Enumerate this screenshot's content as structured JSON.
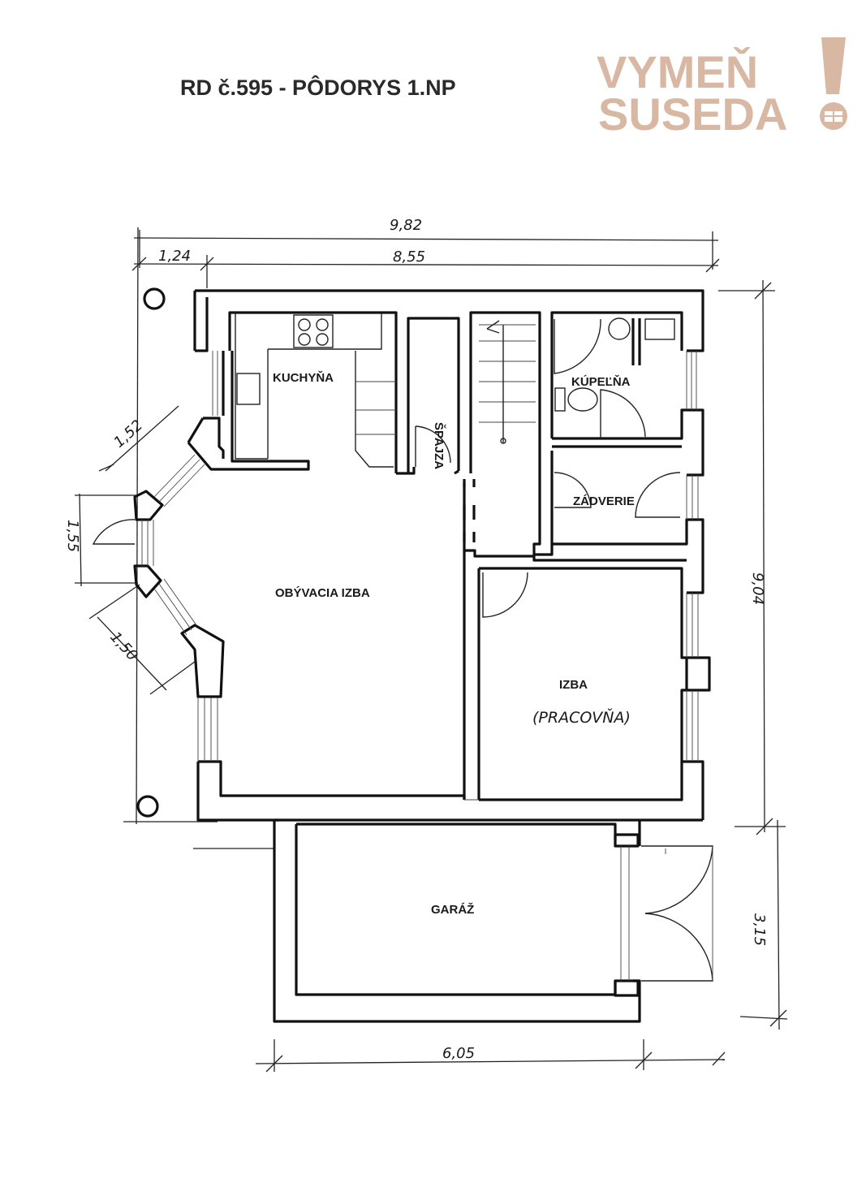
{
  "title": "RD č.595 - PÔDORYS 1.NP",
  "logo": {
    "line1": "VYMEŇ",
    "line2": "SUSEDA",
    "color": "#d8b7a3"
  },
  "rooms": {
    "kitchen": "KUCHYŇA",
    "pantry": "ŠPAJZA",
    "bathroom": "KÚPEĽŇA",
    "vestibule": "ZÁDVERIE",
    "living_room": "OBÝVACIA IZBA",
    "room": "IZBA",
    "room_note": "(PRACOVŇA)",
    "garage": "GARÁŽ"
  },
  "dimensions": {
    "total_width": "9,82",
    "left_offset": "1,24",
    "inner_width": "8,55",
    "bay_upper": "1,52",
    "bay_middle": "1,55",
    "bay_lower": "1,50",
    "right_height": "9,04",
    "garage_height": "3,15",
    "garage_width": "6,05"
  }
}
